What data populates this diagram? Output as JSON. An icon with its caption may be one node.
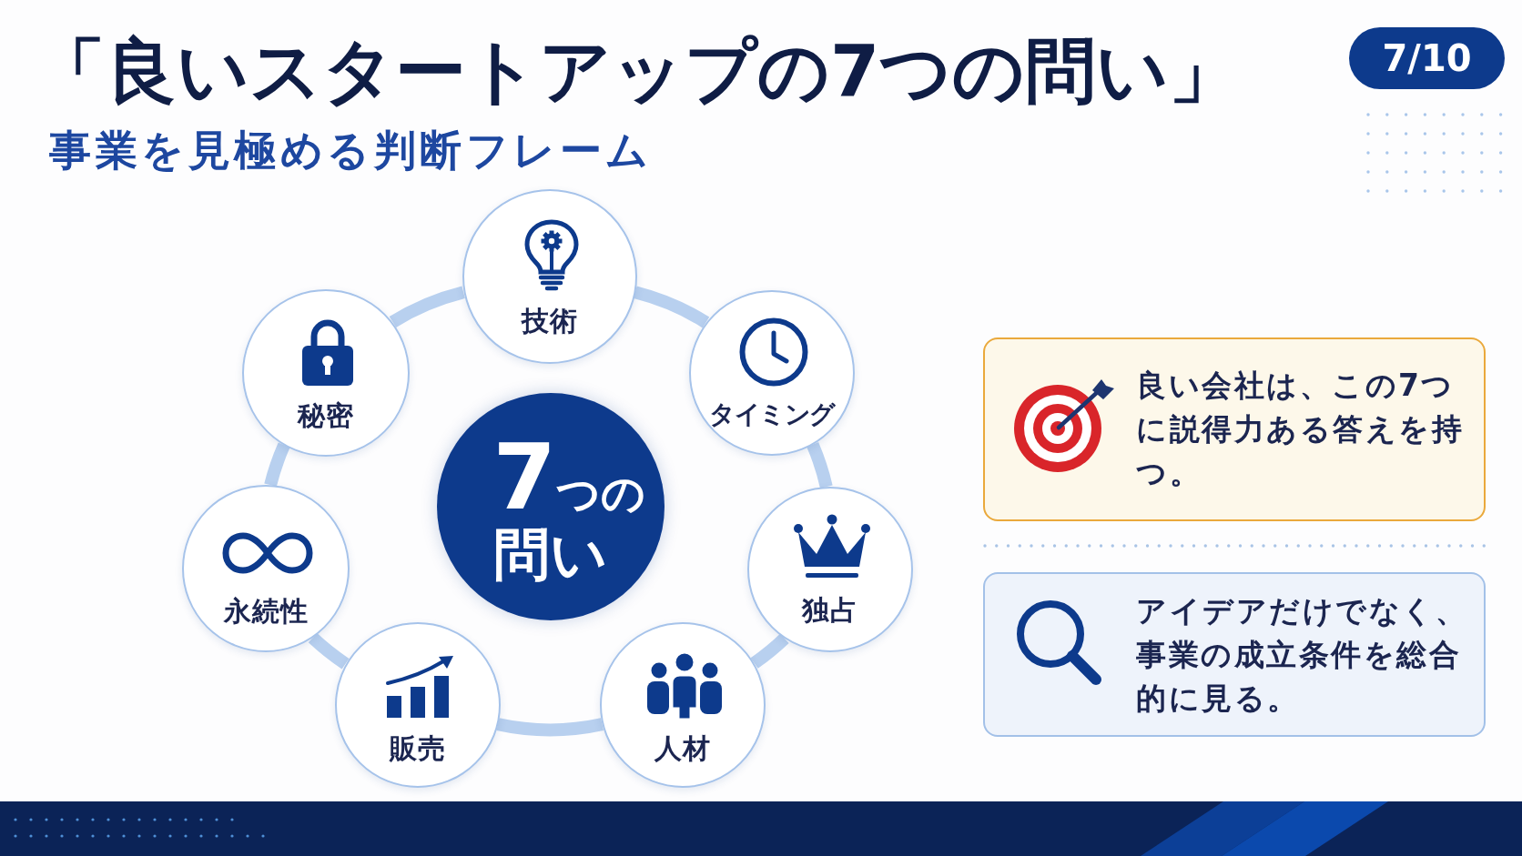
{
  "diagram": {
    "title": "「良いスタートアップの7つの問い」",
    "nodes": [
      {
        "text": [
          "7つの問い"
        ]
      },
      {
        "text": [
          "技術"
        ]
      },
      {
        "text": [
          "タイミング"
        ]
      },
      {
        "text": [
          "独占"
        ]
      },
      {
        "text": [
          "人材"
        ]
      },
      {
        "text": [
          "販売"
        ]
      },
      {
        "text": [
          "永続性"
        ]
      },
      {
        "text": [
          "秘密"
        ]
      },
      {
        "text": [
          "良い会社は、この7つに説得力ある答えを持つ。"
        ]
      },
      {
        "text": [
          "アイデアだけでなく、事業の成立条件を総合的に見る。"
        ]
      }
    ],
    "edges": [
      {
        "from": 1,
        "to": 2,
        "arrow": "none"
      },
      {
        "from": 2,
        "to": 3,
        "arrow": "none"
      },
      {
        "from": 3,
        "to": 4,
        "arrow": "none"
      },
      {
        "from": 4,
        "to": 5,
        "arrow": "none"
      },
      {
        "from": 5,
        "to": 6,
        "arrow": "none"
      },
      {
        "from": 6,
        "to": 7,
        "arrow": "none"
      },
      {
        "from": 7,
        "to": 1,
        "arrow": "none"
      }
    ],
    "labels": [
      "7/10",
      "事業を見極める判断フレーム"
    ]
  }
}
